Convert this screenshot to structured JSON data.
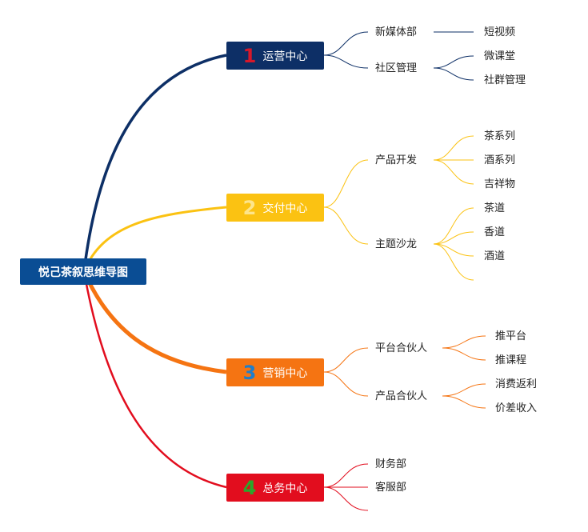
{
  "root": {
    "label": "悦己茶叙思维导图",
    "color": "#0a4d94"
  },
  "branches": [
    {
      "num": "1",
      "label": "运营中心",
      "color": "#0d2f66",
      "num_color": "#d7182a",
      "children": [
        {
          "label": "新媒体部",
          "children": [
            "短视频"
          ]
        },
        {
          "label": "社区管理",
          "children": [
            "微课堂",
            "社群管理"
          ]
        }
      ]
    },
    {
      "num": "2",
      "label": "交付中心",
      "color": "#fbc212",
      "num_color": "#fde58c",
      "children": [
        {
          "label": "产品开发",
          "children": [
            "茶系列",
            "酒系列",
            "吉祥物"
          ]
        },
        {
          "label": "主题沙龙",
          "children": [
            "茶道",
            "香道",
            "酒道",
            ""
          ]
        }
      ]
    },
    {
      "num": "3",
      "label": "营销中心",
      "color": "#f57412",
      "num_color": "#1f7ecb",
      "children": [
        {
          "label": "平台合伙人",
          "children": [
            "推平台",
            "推课程"
          ]
        },
        {
          "label": "产品合伙人",
          "children": [
            "消费返利",
            "价差收入"
          ]
        }
      ]
    },
    {
      "num": "4",
      "label": "总务中心",
      "color": "#e20d1e",
      "num_color": "#2ba82b",
      "children": [
        {
          "label": "财务部",
          "children": []
        },
        {
          "label": "客服部",
          "children": []
        },
        {
          "label": "",
          "children": []
        }
      ]
    }
  ]
}
